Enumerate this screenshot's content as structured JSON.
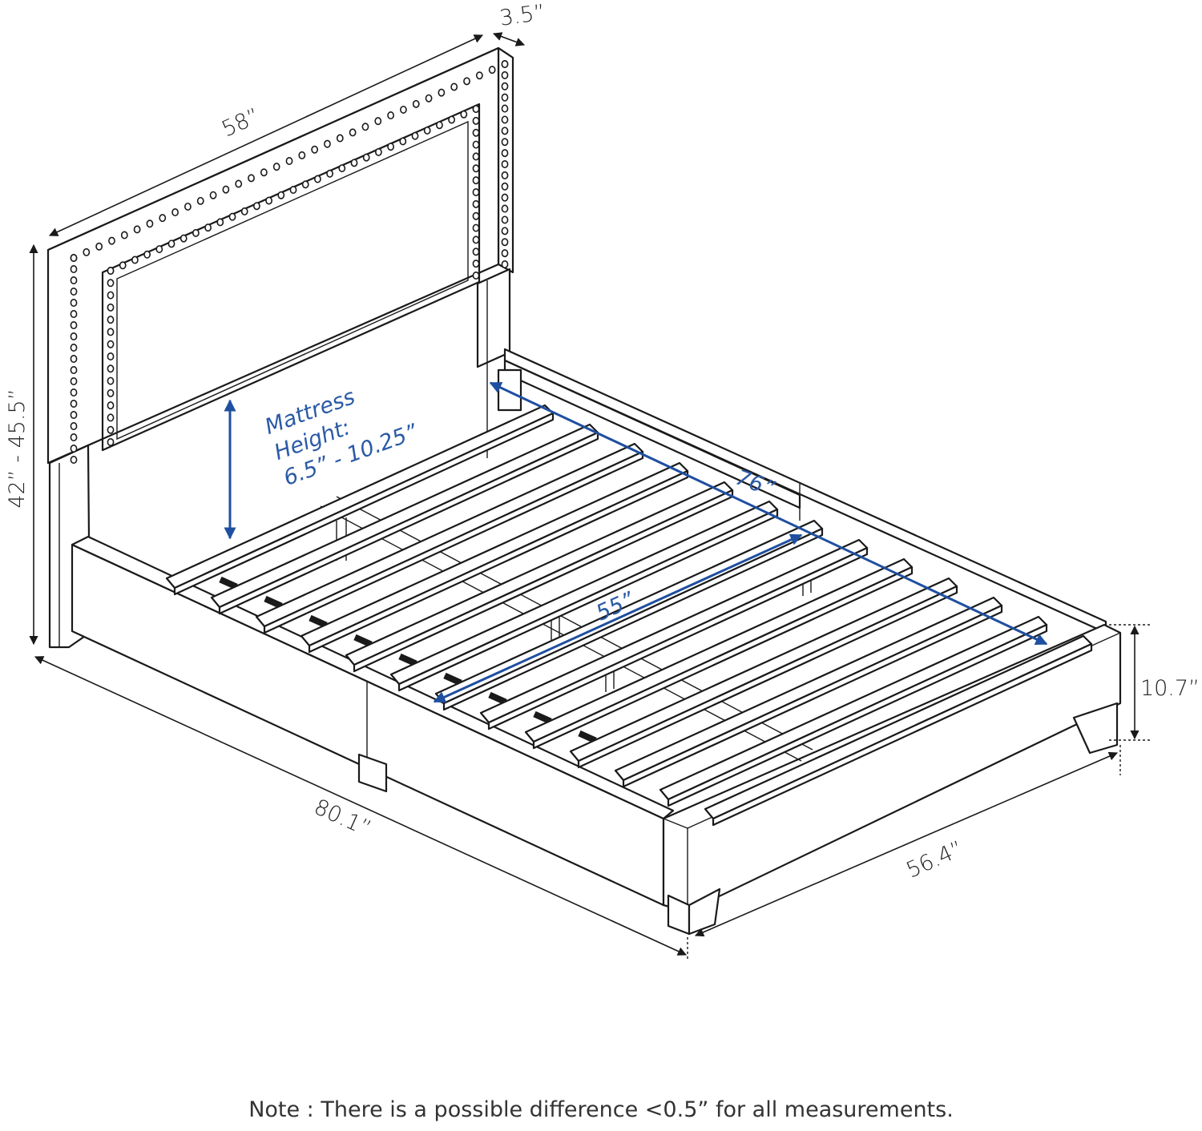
{
  "dimensions": {
    "headboard_width": "58”",
    "headboard_depth": "3.5”",
    "total_height": "42” - 45.5”",
    "total_length": "80.1”",
    "total_width": "56.4”",
    "frame_height": "10.7”"
  },
  "inner": {
    "mattress_line1": "Mattress",
    "mattress_line2": "Height:",
    "mattress_line3": "6.5” - 10.25”",
    "inner_length": "76”",
    "inner_width": "55”"
  },
  "colors": {
    "annotation": "#1f4fa0",
    "line": "#1a1a1a"
  },
  "note": "Note : There is a possible difference <0.5” for all measurements."
}
